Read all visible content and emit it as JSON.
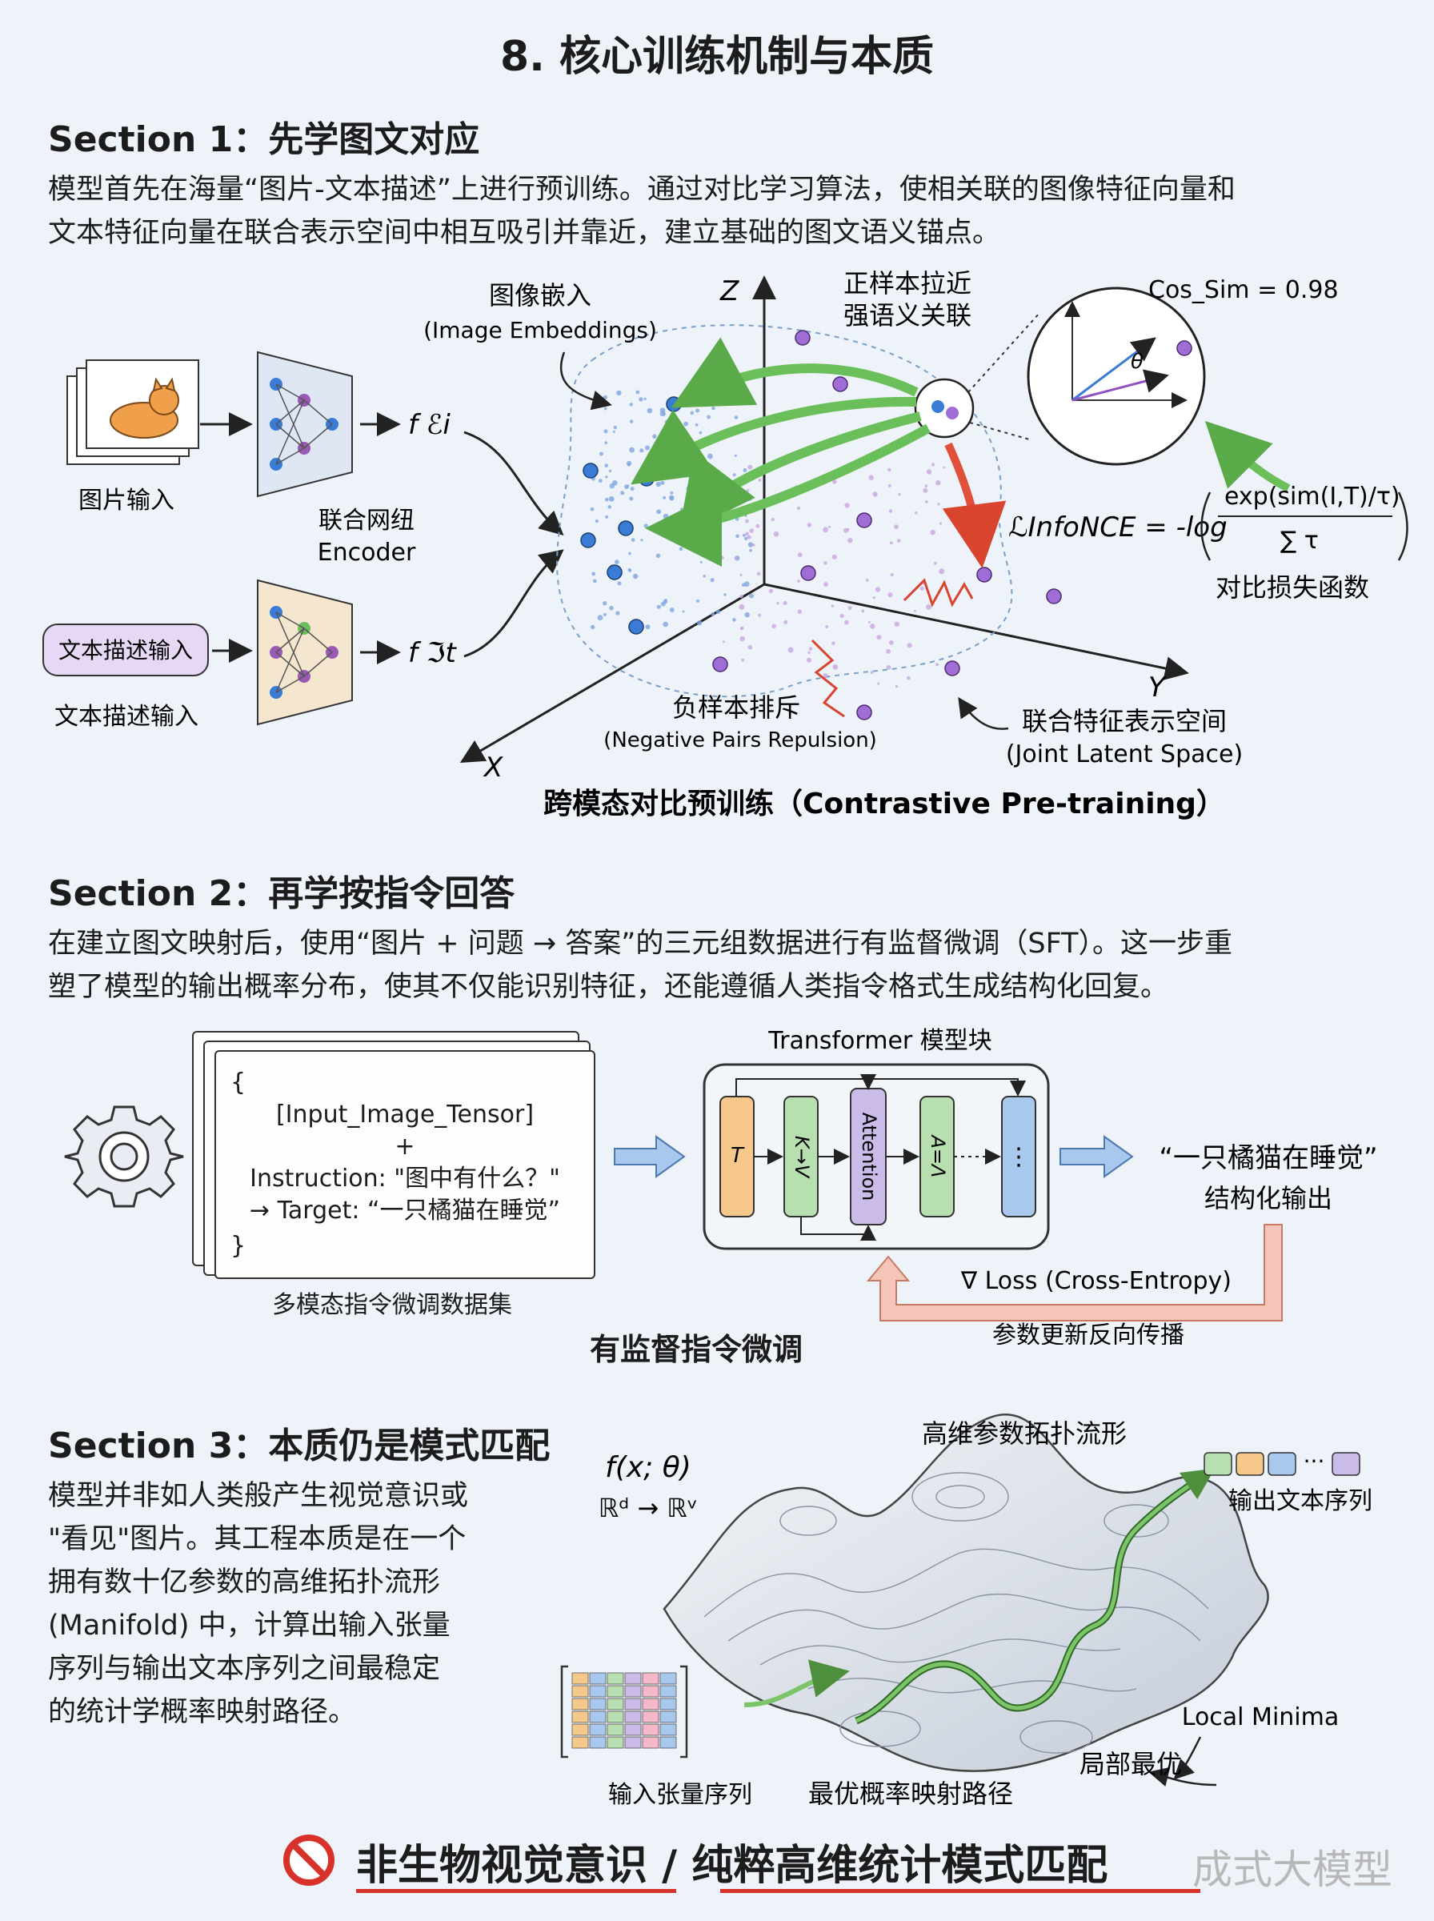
{
  "title": "8. 核心训练机制与本质",
  "section1": {
    "title": "Section 1：先学图文对应",
    "text_line1": "模型首先在海量“图片-文本描述”上进行预训练。通过对比学习算法，使相关联的图像特征向量和",
    "text_line2": "文本特征向量在联合表示空间中相互吸引并靠近，建立基础的图文语义锚点。",
    "image_input_label": "图片输入",
    "text_input_bubble": "文本描述输入",
    "text_input_label": "文本描述输入",
    "encoder_label_cn": "联合网纽",
    "encoder_label_en": "Encoder",
    "image_embed_cn": "图像嵌入",
    "image_embed_en": "(Image Embeddings)",
    "positive_cn1": "正样本拉近",
    "positive_cn2": "强语义关联",
    "cos_sim": "Cos_Sim = 0.98",
    "theta": "θ",
    "infonce_left": "ℒInfoNCE = -log",
    "infonce_num": "exp(sim(I,T)/τ)",
    "infonce_den": "∑ τ",
    "loss_cn": "对比损失函数",
    "negative_cn": "负样本排斥",
    "negative_en": "(Negative Pairs Repulsion)",
    "joint_cn": "联合特征表示空间",
    "joint_en": "(Joint Latent Space)",
    "axis_z": "Z",
    "axis_y": "Y",
    "axis_x": "X",
    "fi": "f ℰi",
    "ft": "f ℑt",
    "caption": "跨模态对比预训练（Contrastive Pre-training）"
  },
  "section2": {
    "title": "Section 2：再学按指令回答",
    "text_line1": "在建立图文映射后，使用“图片 + 问题 → 答案”的三元组数据进行有监督微调（SFT）。这一步重",
    "text_line2": "塑了模型的输出概率分布，使其不仅能识别特征，还能遵循人类指令格式生成结构化回复。",
    "code_open": "{",
    "code_line1": "[Input_Image_Tensor]",
    "code_plus": "+",
    "code_line2": "Instruction: \"图中有什么？\"",
    "code_line3": "→ Target: “一只橘猫在睡觉”",
    "code_close": "}",
    "dataset_label": "多模态指令微调数据集",
    "transformer_label": "Transformer 模型块",
    "block_t": "T",
    "block_k": "K→V",
    "block_attention": "Attention",
    "block_a": "A=Λ",
    "block_dots": "⋮",
    "output_quote": "“一只橘猫在睡觉”",
    "output_label": "结构化输出",
    "loss_label": "∇ Loss (Cross-Entropy)",
    "backprop_label": "参数更新反向传播",
    "caption": "有监督指令微调"
  },
  "section3": {
    "title": "Section 3：本质仍是模式匹配",
    "text_lines": [
      "模型并非如人类般产生视觉意识或",
      "\"看见\"图片。其工程本质是在一个",
      "拥有数十亿参数的高维拓扑流形",
      "(Manifold) 中，计算出输入张量",
      "序列与输出文本序列之间最稳定",
      "的统计学概率映射路径。"
    ],
    "formula1": "f(x; θ)",
    "formula2": "ℝᵈ → ℝᵛ",
    "manifold_label": "高维参数拓扑流形",
    "output_seq_label": "输出文本序列",
    "input_seq_label": "输入张量序列",
    "path_label": "最优概率映射路径",
    "local_min_en": "Local Minima",
    "local_min_cn": "局部最优",
    "seq_dots": "···"
  },
  "banner": {
    "part1": "非生物视觉意识",
    "sep": " / ",
    "part2": "纯粹高维统计模式匹配",
    "watermark": "成式大模型"
  },
  "colors": {
    "image_dot": "#3a7bd5",
    "text_dot": "#9b59b6",
    "pull_arrow": "#6bbf5a",
    "push_arrow": "#e0503a",
    "loss_arrow": "#e9a08e",
    "block_orange": "#f6c98a",
    "block_green": "#b8dfb0",
    "block_purple": "#cbbbe8",
    "block_blue": "#a9c8ee"
  }
}
